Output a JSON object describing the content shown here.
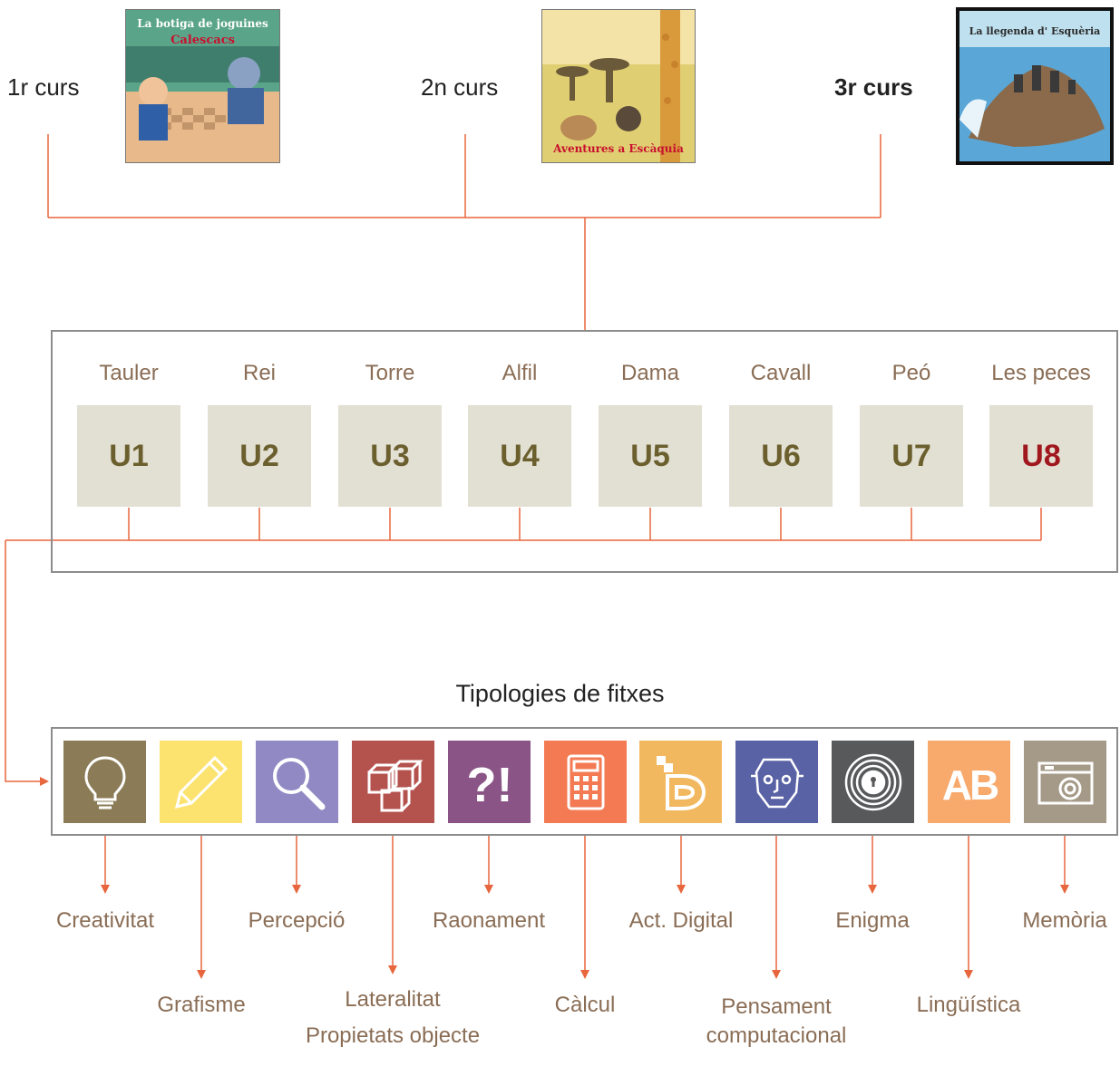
{
  "courses": [
    {
      "label": "1r curs",
      "cover_title": "La botiga de joguines",
      "cover_subtitle": "Calescacs"
    },
    {
      "label": "2n curs",
      "cover_title": "",
      "cover_subtitle": "Aventures a Escàquia"
    },
    {
      "label": "3r curs",
      "cover_title": "La llegenda d' Esquèria",
      "cover_subtitle": ""
    }
  ],
  "units": [
    {
      "name": "Tauler",
      "code": "U1"
    },
    {
      "name": "Rei",
      "code": "U2"
    },
    {
      "name": "Torre",
      "code": "U3"
    },
    {
      "name": "Alfil",
      "code": "U4"
    },
    {
      "name": "Dama",
      "code": "U5"
    },
    {
      "name": "Cavall",
      "code": "U6"
    },
    {
      "name": "Peó",
      "code": "U7"
    },
    {
      "name": "Les peces",
      "code": "U8"
    }
  ],
  "typologies_title": "Tipologies de fitxes",
  "typologies": [
    {
      "label": "Creativitat",
      "icon": "lightbulb-icon",
      "color": "#8b7c57"
    },
    {
      "label": "Grafisme",
      "icon": "pencil-icon",
      "color": "#fce36f"
    },
    {
      "label": "Percepció",
      "icon": "magnifier-icon",
      "color": "#9189c4"
    },
    {
      "label": "Lateralitat",
      "label2": "Propietats objecte",
      "icon": "cubes-icon",
      "color": "#b4524d"
    },
    {
      "label": "Raonament",
      "icon": "question-exclamation-icon",
      "color": "#8a5586"
    },
    {
      "label": "Càlcul",
      "icon": "calculator-icon",
      "color": "#f37a52"
    },
    {
      "label": "Act. Digital",
      "icon": "digital-icon",
      "color": "#f2b860"
    },
    {
      "label": "Pensament computacional",
      "icon": "robot-face-icon",
      "color": "#5a62a6"
    },
    {
      "label": "Enigma",
      "icon": "maze-lock-icon",
      "color": "#58595b"
    },
    {
      "label": "Lingüística",
      "icon": "ab-letters-icon",
      "color": "#f8a96c"
    },
    {
      "label": "Memòria",
      "icon": "camera-icon",
      "color": "#a59a88"
    }
  ],
  "colors": {
    "connector": "#e8663d",
    "unit_text": "#6b5f2e",
    "unit_accent": "#a0181e",
    "label_text": "#8a6d55"
  }
}
